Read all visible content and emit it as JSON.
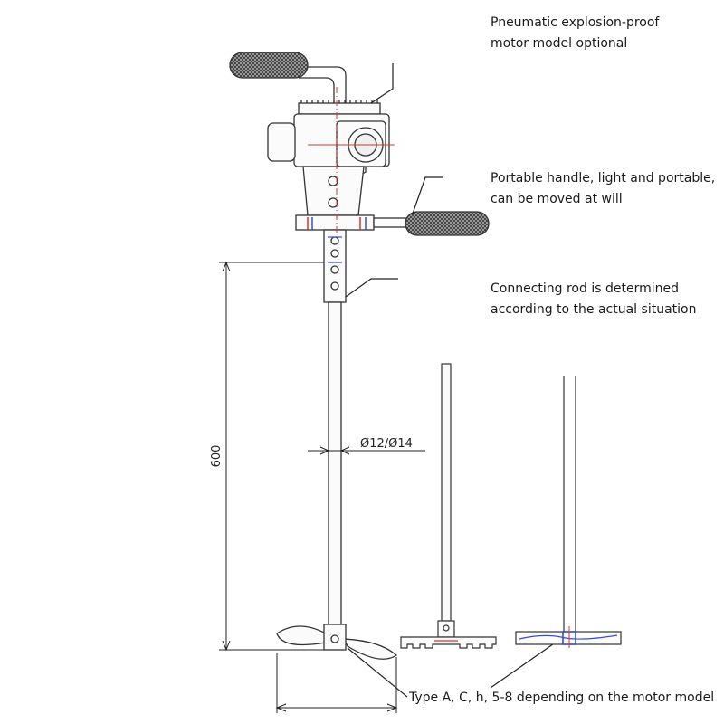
{
  "annotations": {
    "motor": [
      "Pneumatic explosion-proof",
      "motor model optional"
    ],
    "handle": [
      "Portable handle, light and portable,",
      "can be moved at will"
    ],
    "rod": [
      "Connecting rod is determined",
      "according to the actual situation"
    ],
    "impeller_types": "Type A, C, h, 5-8 depending on the motor model"
  },
  "dimensions": {
    "rod_length": "600",
    "rod_diameter": "Ø12/Ø14"
  },
  "colors": {
    "line": "#333333",
    "centerline": "#e0302a",
    "highlight": "#3a4fd0",
    "grip": "#2b2b2b",
    "text": "#1a1a1a"
  }
}
